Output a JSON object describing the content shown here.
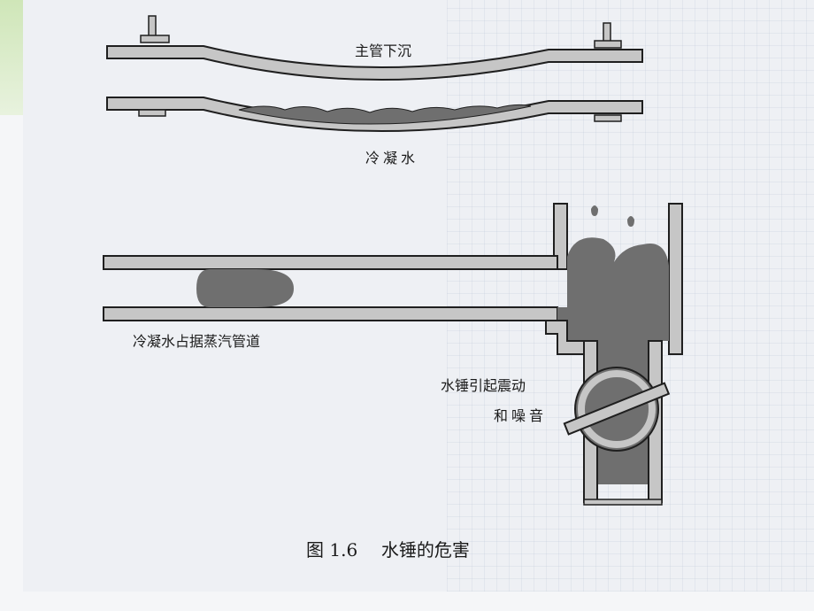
{
  "labels": {
    "main_pipe_sinking": "主管下沉",
    "condensate": "冷凝水",
    "condensate_occupies_steam_pipe": "冷凝水占据蒸汽管道",
    "water_hammer_line1": "水锤引起震动",
    "water_hammer_line2": "和噪音"
  },
  "caption": {
    "number": "图 1.6",
    "title": "水锤的危害"
  },
  "colors": {
    "pipe_fill": "#c6c6c6",
    "pipe_stroke": "#1f1f1f",
    "water": "#707070",
    "slide_tab": "#d6ebc4"
  }
}
